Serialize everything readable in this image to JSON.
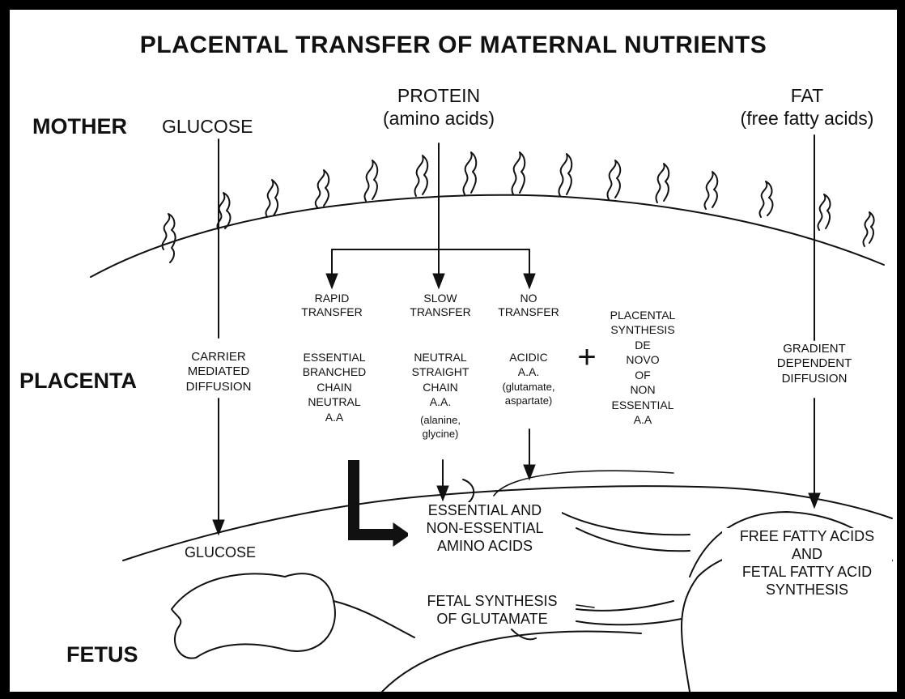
{
  "title": "PLACENTAL TRANSFER OF  MATERNAL NUTRIENTS",
  "levels": {
    "mother": "MOTHER",
    "placenta": "PLACENTA",
    "fetus": "FETUS"
  },
  "nutrients": {
    "glucose": "GLUCOSE",
    "protein": "PROTEIN",
    "protein_sub": "(amino acids)",
    "fat": "FAT",
    "fat_sub": "(free fatty acids)"
  },
  "glucose_path": {
    "mechanism": [
      "CARRIER",
      "MEDIATED",
      "DIFFUSION"
    ],
    "fetal": "GLUCOSE"
  },
  "protein_branches": {
    "rapid": {
      "label": [
        "RAPID",
        "TRANSFER"
      ],
      "detail": [
        "ESSENTIAL",
        "BRANCHED",
        "CHAIN",
        "NEUTRAL",
        "A.A"
      ]
    },
    "slow": {
      "label": [
        "SLOW",
        "TRANSFER"
      ],
      "detail": [
        "NEUTRAL",
        "STRAIGHT",
        "CHAIN",
        "A.A."
      ],
      "examples": [
        "(alanine,",
        "glycine)"
      ]
    },
    "none": {
      "label": [
        "NO",
        "TRANSFER"
      ],
      "detail": [
        "ACIDIC",
        "A.A."
      ],
      "examples": [
        "(glutamate,",
        "aspartate)"
      ]
    },
    "plus": "+",
    "synthesis": [
      "PLACENTAL",
      "SYNTHESIS",
      "DE",
      "NOVO",
      "OF",
      "NON",
      "ESSENTIAL",
      "A.A"
    ]
  },
  "fat_path": {
    "mechanism": [
      "GRADIENT",
      "DEPENDENT",
      "DIFFUSION"
    ],
    "fetal": [
      "FREE FATTY ACIDS",
      "AND",
      "FETAL FATTY ACID",
      "SYNTHESIS"
    ]
  },
  "fetal_amino": [
    "ESSENTIAL AND",
    "NON-ESSENTIAL",
    "AMINO ACIDS"
  ],
  "fetal_glutamate": [
    "FETAL SYNTHESIS",
    "OF GLUTAMATE"
  ]
}
